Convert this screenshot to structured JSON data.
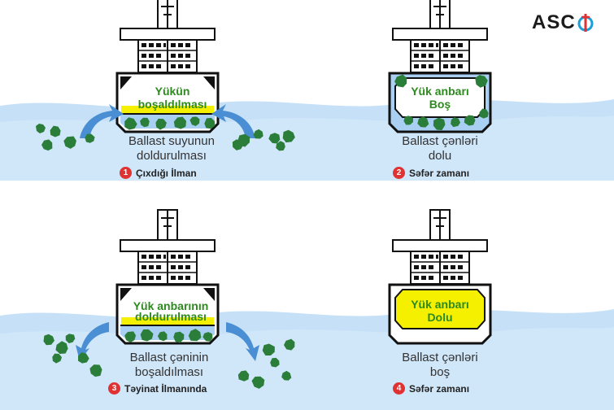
{
  "logo": {
    "text": "ASC",
    "mark_color": "#1c9fd8"
  },
  "panels": [
    {
      "step": "1",
      "step_label": "Çıxdığı İlman",
      "caption_line1": "Ballast suyunun",
      "caption_line2": "doldurulması",
      "hold_line1": "Yükün",
      "hold_line2": "boşaldılması"
    },
    {
      "step": "2",
      "step_label": "Səfər zamanı",
      "caption_line1": "Ballast çənləri",
      "caption_line2": "dolu",
      "hold_line1": "Yük anbarı",
      "hold_line2": "Boş"
    },
    {
      "step": "3",
      "step_label": "Təyinat İlmanında",
      "caption_line1": "Ballast çəninin",
      "caption_line2": "boşaldılması",
      "hold_line1": "Yük anbarının",
      "hold_line2": "doldurulması"
    },
    {
      "step": "4",
      "step_label": "Səfər zamanı",
      "caption_line1": "Ballast çənləri",
      "caption_line2": "boş",
      "hold_line1": "Yük anbarı",
      "hold_line2": "Dolu"
    }
  ],
  "colors": {
    "water": "#bcdcf5",
    "water_deep": "#8ec3ef",
    "ballast_water": "#a9d0f2",
    "cargo_yellow": "#f5ef00",
    "hold_text": "#2d8a1e",
    "organism": "#2b7d3a",
    "arrow": "#4a8ed3",
    "badge": "#e03233",
    "ship_outline": "#111111"
  }
}
